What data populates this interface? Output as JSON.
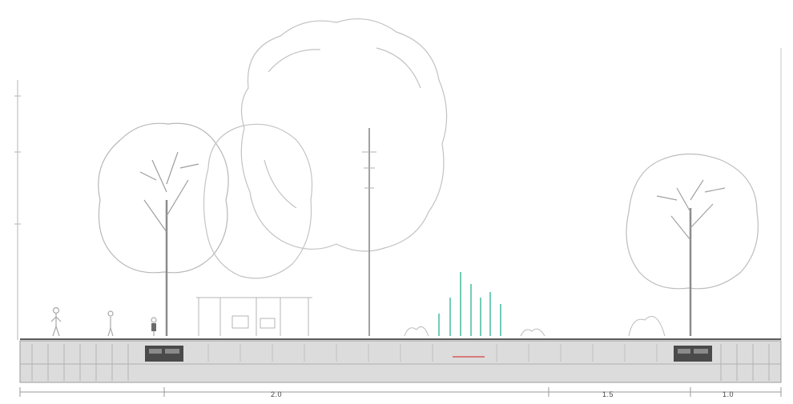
{
  "colors": {
    "line": "#9a9a9a",
    "line_dark": "#5c5c5c",
    "ground_fill": "#d9d9d9",
    "curb_fill": "#4a4a4a",
    "planting_accent": "#4fbfa5",
    "paving_accent": "#d77a7a"
  },
  "icons": {
    "tree": "deciduous-tree-icon",
    "palm": "tall-trunk-tree-icon",
    "shrub": "shrub-icon",
    "person": "person-silhouette-icon",
    "curb": "curb-block-icon"
  },
  "dimensions": {
    "label_1": "2.0",
    "label_2": "1.5",
    "label_3": "1.0"
  }
}
